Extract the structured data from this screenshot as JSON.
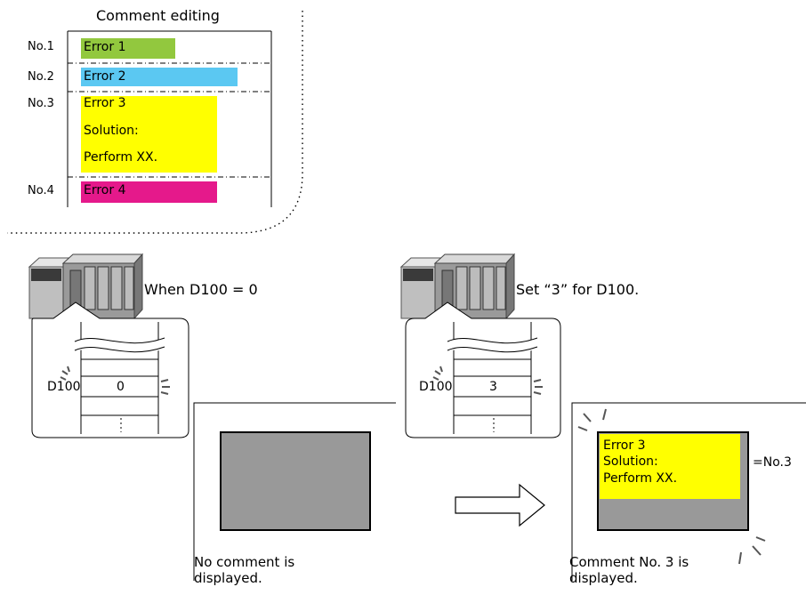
{
  "comment_editing": {
    "title": "Comment editing",
    "rows": [
      {
        "no": "No.1",
        "lines": [
          "Error 1"
        ],
        "color": "#92c83e"
      },
      {
        "no": "No.2",
        "lines": [
          "Error 2"
        ],
        "color": "#5bc8f2"
      },
      {
        "no": "No.3",
        "lines": [
          "Error 3",
          "Solution:",
          "Perform XX."
        ],
        "color": "#ffff00"
      },
      {
        "no": "No.4",
        "lines": [
          "Error 4"
        ],
        "color": "#e5198b"
      }
    ]
  },
  "left_plc": {
    "caption": "When D100 = 0",
    "register": "D100",
    "value": "0",
    "result": [
      "No comment is",
      "displayed."
    ]
  },
  "right_plc": {
    "caption": "Set “3” for D100.",
    "register": "D100",
    "value": "3",
    "result": [
      "Comment No. 3 is",
      "displayed."
    ],
    "display_lines": [
      "Error 3",
      "Solution:",
      "Perform XX."
    ],
    "equals_label": "=No.3"
  },
  "colors": {
    "empty_display": "#999999",
    "comment_highlight": "#ffff00"
  }
}
